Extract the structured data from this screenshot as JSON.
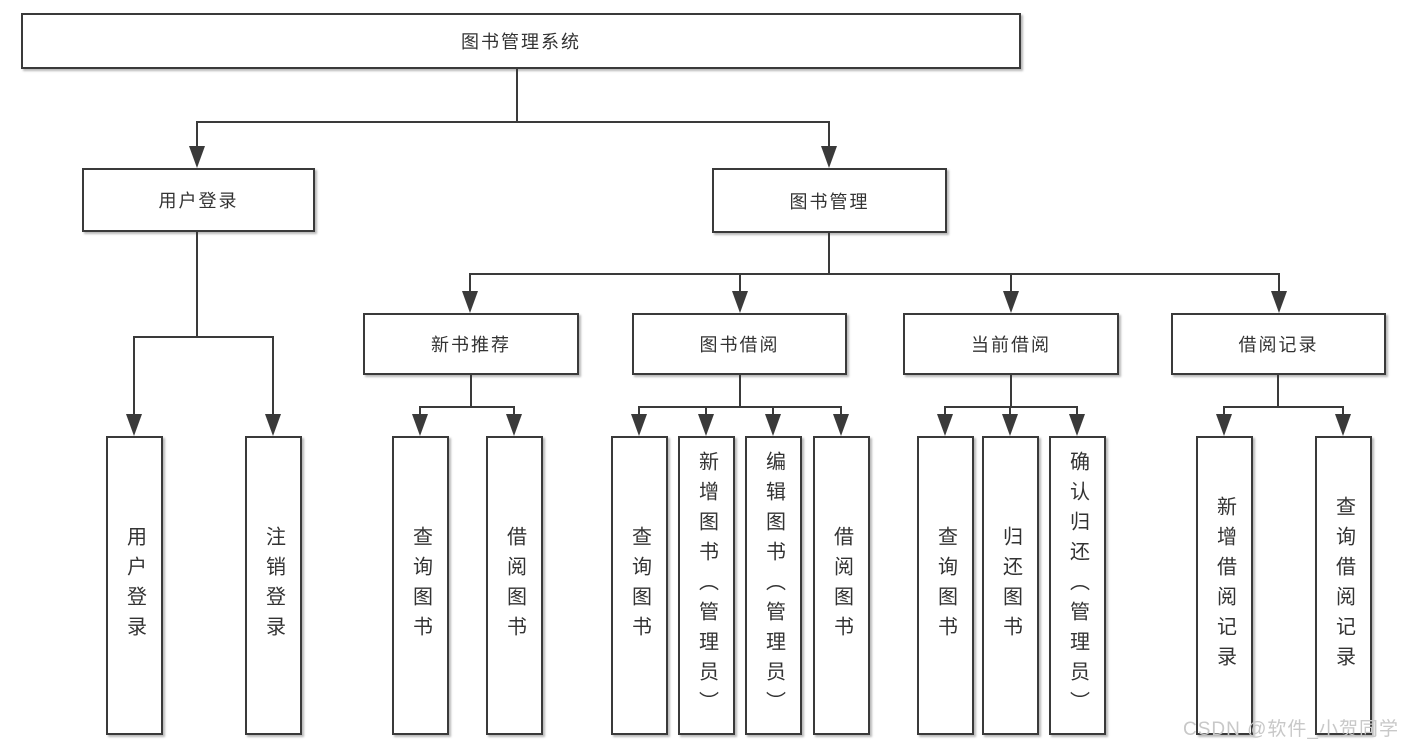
{
  "colors": {
    "line": "#3a3a3a",
    "text": "#333333",
    "watermark": "#c8c8c8",
    "background": "#ffffff"
  },
  "watermark": {
    "text": "CSDN @软件_小贺同学"
  },
  "tree": {
    "root": "图书管理系统",
    "login": {
      "label": "用户登录",
      "children": [
        "用户登录",
        "注销登录"
      ]
    },
    "management": {
      "label": "图书管理",
      "sections": [
        {
          "label": "新书推荐",
          "children": [
            "查询图书",
            "借阅图书"
          ]
        },
        {
          "label": "图书借阅",
          "children": [
            "查询图书",
            "新增图书（管理员）",
            "编辑图书（管理员）",
            "借阅图书"
          ]
        },
        {
          "label": "当前借阅",
          "children": [
            "查询图书",
            "归还图书",
            "确认归还（管理员）"
          ]
        },
        {
          "label": "借阅记录",
          "children": [
            "新增借阅记录",
            "查询借阅记录"
          ]
        }
      ]
    }
  }
}
